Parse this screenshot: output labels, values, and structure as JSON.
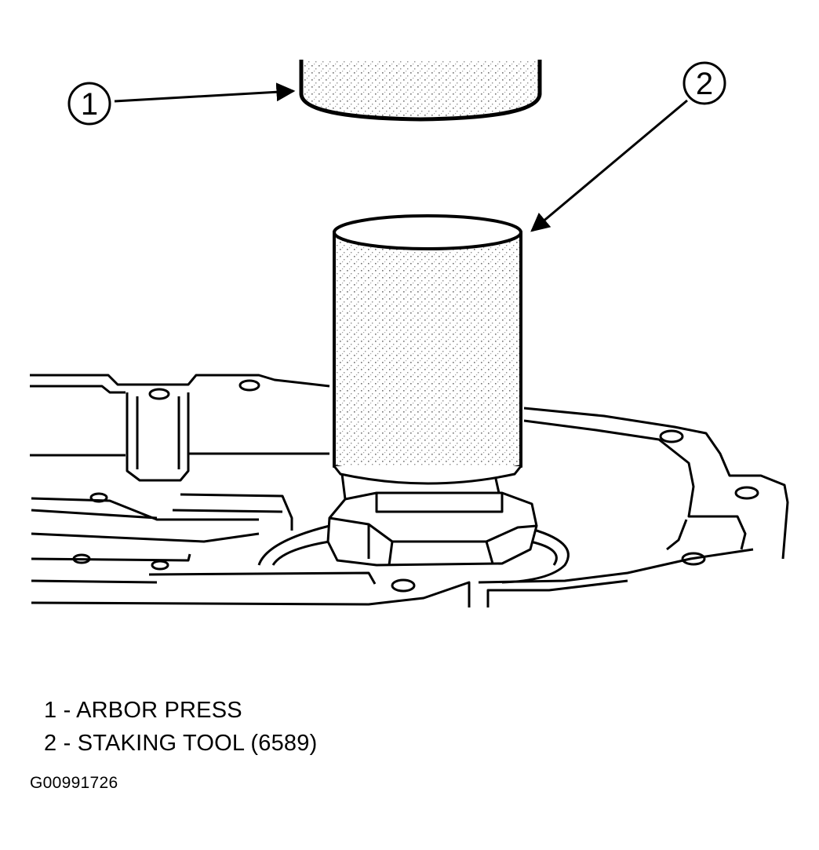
{
  "callouts": [
    {
      "number": "1",
      "target": "arbor-press"
    },
    {
      "number": "2",
      "target": "staking-tool"
    }
  ],
  "legend": [
    {
      "number": "1",
      "label": "1 - ARBOR PRESS"
    },
    {
      "number": "2",
      "label": "2 - STAKING TOOL (6589)"
    }
  ],
  "figure_id": "G00991726",
  "colors": {
    "ink": "#000000",
    "paper": "#ffffff"
  }
}
